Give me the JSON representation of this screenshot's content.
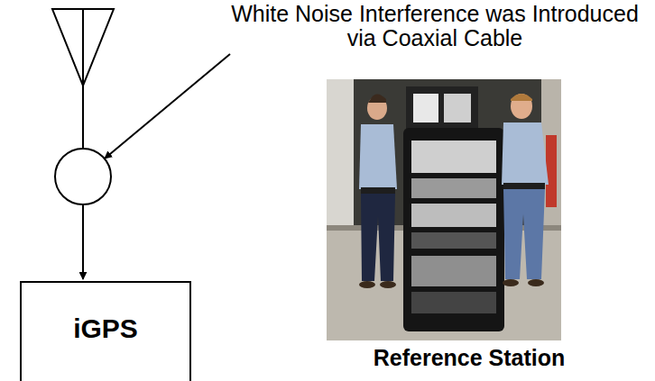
{
  "diagram": {
    "nodes": [
      {
        "text": [
          "iGPS"
        ]
      }
    ],
    "labels": [
      "White Noise Interference was Introduced via Coaxial Cable",
      "Reference Station"
    ]
  }
}
